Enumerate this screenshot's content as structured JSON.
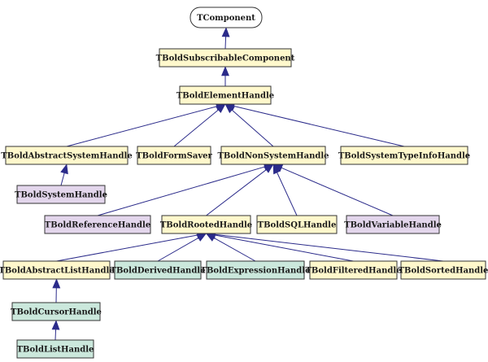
{
  "colors": {
    "base": "#ffffff",
    "abstract": "#fff8cc",
    "persistent": "#e3d6ec",
    "list": "#cbe8dc",
    "edge": "#2b2b8a"
  },
  "nodes": [
    {
      "id": "tcomponent",
      "label": "TComponent",
      "kind": "base"
    },
    {
      "id": "tboldsubscribablecomponent",
      "label": "TBoldSubscribableComponent",
      "kind": "abstract"
    },
    {
      "id": "tboldelementhandle",
      "label": "TBoldElementHandle",
      "kind": "abstract"
    },
    {
      "id": "tboldabstractsystemhandle",
      "label": "TBoldAbstractSystemHandle",
      "kind": "abstract"
    },
    {
      "id": "tboldformsaver",
      "label": "TBoldFormSaver",
      "kind": "abstract"
    },
    {
      "id": "tboldnonsystemhandle",
      "label": "TBoldNonSystemHandle",
      "kind": "abstract"
    },
    {
      "id": "tboldsystemtypeinfohandle",
      "label": "TBoldSystemTypeInfoHandle",
      "kind": "abstract"
    },
    {
      "id": "tboldsystemhandle",
      "label": "TBoldSystemHandle",
      "kind": "persistent"
    },
    {
      "id": "tboldreferencehandle",
      "label": "TBoldReferenceHandle",
      "kind": "persistent"
    },
    {
      "id": "tboldrootedhandle",
      "label": "TBoldRootedHandle",
      "kind": "abstract"
    },
    {
      "id": "tboldsqlhandle",
      "label": "TBoldSQLHandle",
      "kind": "abstract"
    },
    {
      "id": "tboldvariablehandle",
      "label": "TBoldVariableHandle",
      "kind": "persistent"
    },
    {
      "id": "tboldabstractlisthandle",
      "label": "TBoldAbstractListHandle",
      "kind": "abstract"
    },
    {
      "id": "tboldderivedhandle",
      "label": "TBoldDerivedHandle",
      "kind": "list"
    },
    {
      "id": "tboldexpressionhandle",
      "label": "TBoldExpressionHandle",
      "kind": "list"
    },
    {
      "id": "tboldfilteredhandle",
      "label": "TBoldFilteredHandle",
      "kind": "abstract"
    },
    {
      "id": "tboldsortedhandle",
      "label": "TBoldSortedHandle",
      "kind": "abstract"
    },
    {
      "id": "tboldcursorhandle",
      "label": "TBoldCursorHandle",
      "kind": "list"
    },
    {
      "id": "tboldlisthandle",
      "label": "TBoldListHandle",
      "kind": "list"
    }
  ],
  "edges": [
    {
      "from": "tboldsubscribablecomponent",
      "to": "tcomponent"
    },
    {
      "from": "tboldelementhandle",
      "to": "tboldsubscribablecomponent"
    },
    {
      "from": "tboldabstractsystemhandle",
      "to": "tboldelementhandle"
    },
    {
      "from": "tboldformsaver",
      "to": "tboldelementhandle"
    },
    {
      "from": "tboldnonsystemhandle",
      "to": "tboldelementhandle"
    },
    {
      "from": "tboldsystemtypeinfohandle",
      "to": "tboldelementhandle"
    },
    {
      "from": "tboldsystemhandle",
      "to": "tboldabstractsystemhandle"
    },
    {
      "from": "tboldreferencehandle",
      "to": "tboldnonsystemhandle"
    },
    {
      "from": "tboldrootedhandle",
      "to": "tboldnonsystemhandle"
    },
    {
      "from": "tboldsqlhandle",
      "to": "tboldnonsystemhandle"
    },
    {
      "from": "tboldvariablehandle",
      "to": "tboldnonsystemhandle"
    },
    {
      "from": "tboldabstractlisthandle",
      "to": "tboldrootedhandle"
    },
    {
      "from": "tboldderivedhandle",
      "to": "tboldrootedhandle"
    },
    {
      "from": "tboldexpressionhandle",
      "to": "tboldrootedhandle"
    },
    {
      "from": "tboldfilteredhandle",
      "to": "tboldrootedhandle"
    },
    {
      "from": "tboldsortedhandle",
      "to": "tboldrootedhandle"
    },
    {
      "from": "tboldcursorhandle",
      "to": "tboldabstractlisthandle"
    },
    {
      "from": "tboldlisthandle",
      "to": "tboldcursorhandle"
    }
  ]
}
